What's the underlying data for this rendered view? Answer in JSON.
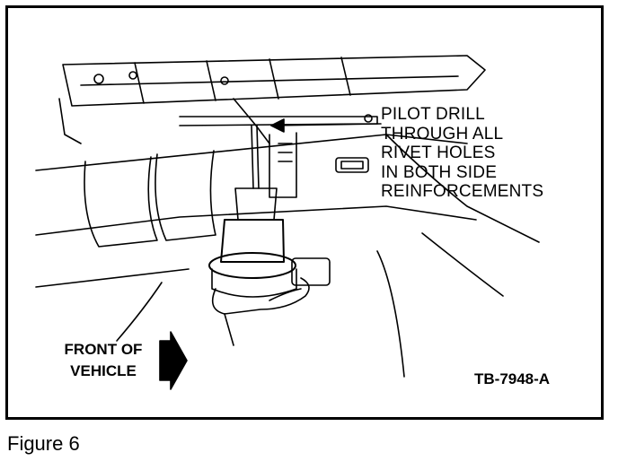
{
  "figure": {
    "caption": "Figure 6",
    "code": "TB-7948-A",
    "callout": [
      "PILOT DRILL",
      "THROUGH ALL",
      "RIVET HOLES",
      "IN BOTH SIDE",
      "REINFORCEMENTS"
    ],
    "direction_label": [
      "FRONT OF",
      "VEHICLE"
    ],
    "direction_icon": "right-arrow-icon"
  }
}
